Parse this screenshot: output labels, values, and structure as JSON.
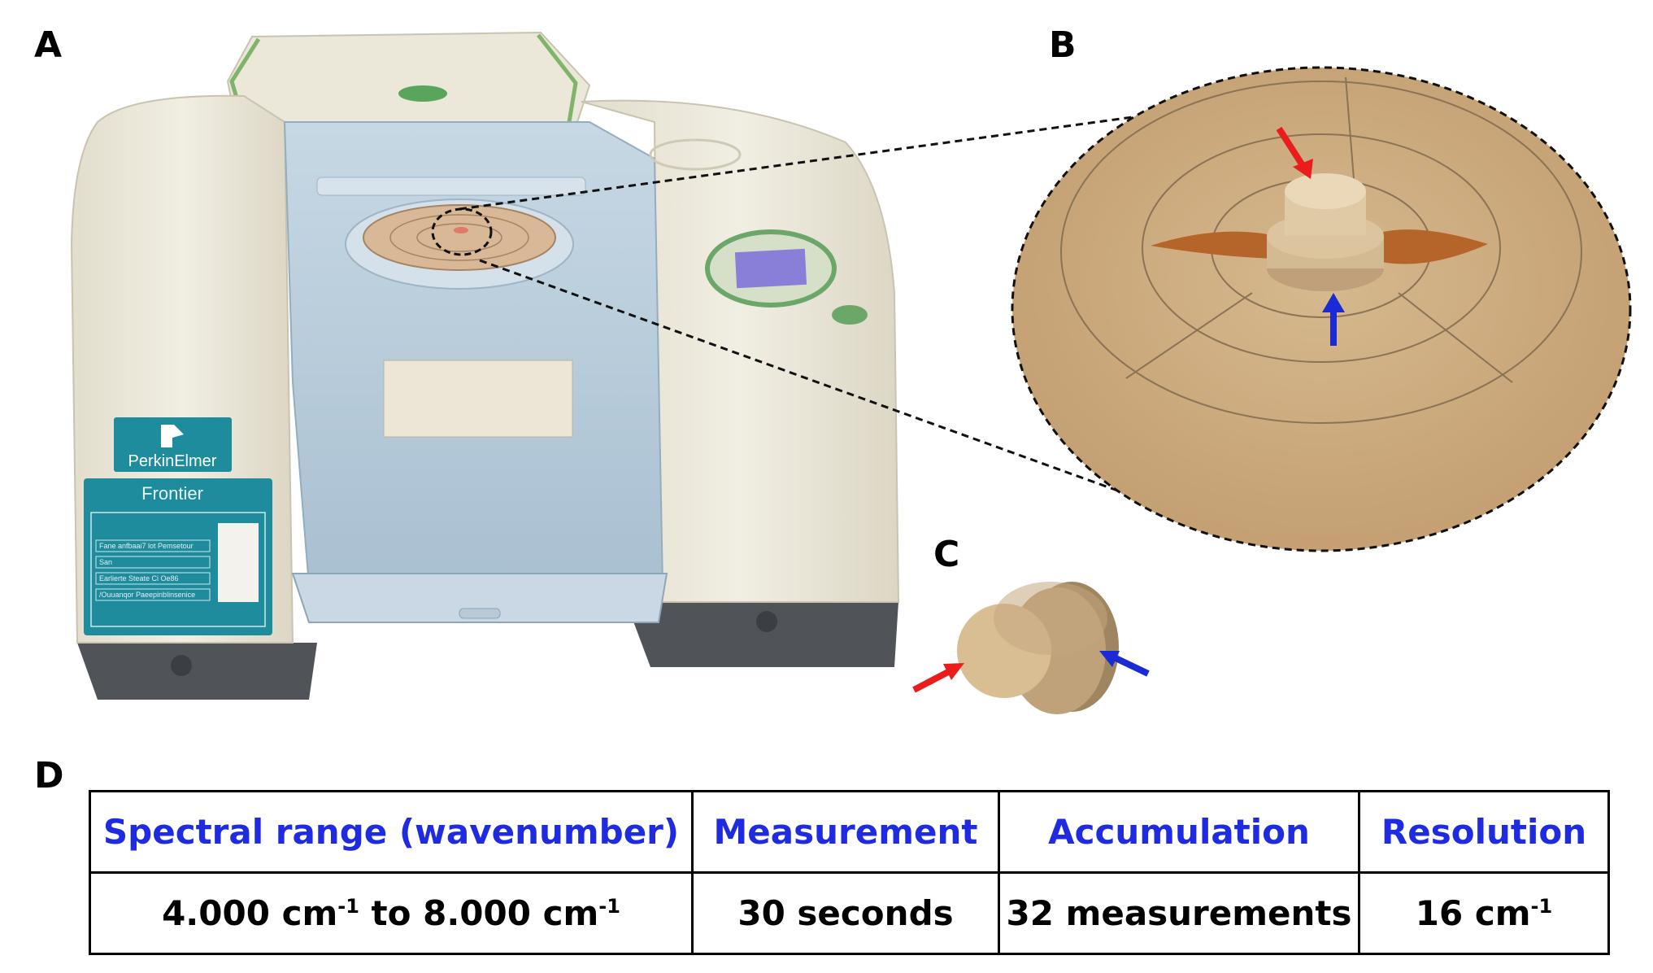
{
  "labels": {
    "a": "A",
    "b": "B",
    "c": "C",
    "d": "D"
  },
  "device": {
    "brand": "PerkinElmer",
    "model": "Frontier",
    "plate_lines": [
      "Fane anfbaai7 lot Pemsetour",
      "San",
      "Earlierte Steate Ci Oe86",
      "/Ouuanqor Paeepinblinsenice"
    ]
  },
  "colors": {
    "header_text": "#1f2be0",
    "red_arrow": "#ea1c1c",
    "blue_arrow": "#1a2bd6",
    "housing": "#ece8da",
    "panel_blue": "#b7cbd9",
    "badge_teal": "#1f8c9e",
    "sample_tan": "#c9a57a"
  },
  "table": {
    "headers": [
      "Spectral range (wavenumber)",
      "Measurement",
      "Accumulation",
      "Resolution"
    ],
    "range": {
      "from_num": "4.000",
      "unit": "cm",
      "exp": "-1",
      "to_word": "to",
      "to_num": "8.000"
    },
    "measurement": "30 seconds",
    "accumulation": "32 measurements",
    "resolution": {
      "num": "16",
      "unit": "cm",
      "exp": "-1"
    }
  }
}
